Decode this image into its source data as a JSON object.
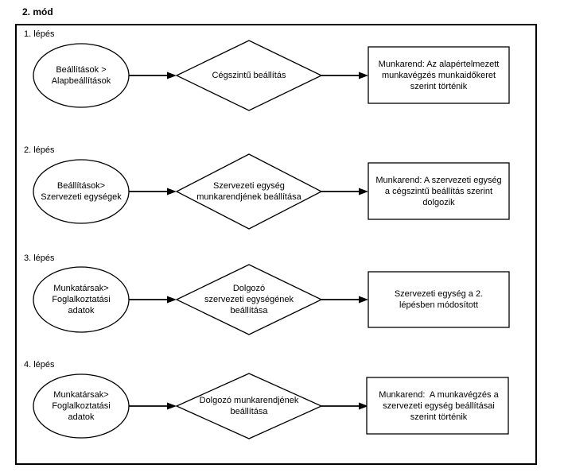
{
  "title": "2. mód",
  "colors": {
    "line": "#000000",
    "background": "#ffffff",
    "text": "#000000"
  },
  "rows": [
    {
      "step": "1. lépés",
      "source": "Beállítások >\nAlapbeállítások",
      "action": "Cégszintű beállítás",
      "result": "Munkarend: Az alapértelmezett\nmunkavégzés munkaidőkeret\nszerint történik"
    },
    {
      "step": "2. lépés",
      "source": "Beállítások>\nSzervezeti egységek",
      "action": "Szervezeti egység\nmunkarendjének beállítása",
      "result": "Munkarend: A szervezeti egység\na cégszintű beállítás szerint\ndolgozik"
    },
    {
      "step": "3. lépés",
      "source": "Munkatársak>\nFoglalkoztatási\nadatok",
      "action": "Dolgozó\nszervezeti egységének\nbeállítása",
      "result": "Szervezeti egység a 2.\nlépésben módosított"
    },
    {
      "step": "4. lépés",
      "source": "Munkatársak>\nFoglalkoztatási\nadatok",
      "action": "Dolgozó munkarendjének\nbeállítása",
      "result": "Munkarend:  A munkavégzés a\nszervezeti egység beállításai\nszerint történik"
    }
  ]
}
